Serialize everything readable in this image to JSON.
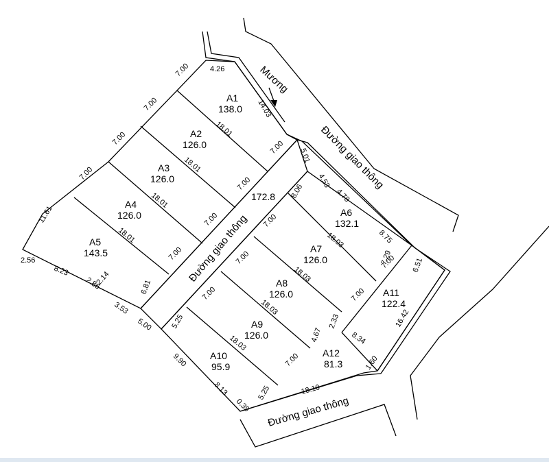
{
  "lots": [
    {
      "name": "A1",
      "area": "138.0"
    },
    {
      "name": "A2",
      "area": "126.0"
    },
    {
      "name": "A3",
      "area": "126.0"
    },
    {
      "name": "A4",
      "area": "126.0"
    },
    {
      "name": "A5",
      "area": "143.5"
    },
    {
      "name": "A6",
      "area": "132.1"
    },
    {
      "name": "A7",
      "area": "126.0"
    },
    {
      "name": "A8",
      "area": "126.0"
    },
    {
      "name": "A9",
      "area": "126.0"
    },
    {
      "name": "A10",
      "area": "95.9"
    },
    {
      "name": "A11",
      "area": "122.4"
    },
    {
      "name": "A12",
      "area": "81.3"
    }
  ],
  "labels": {
    "canal": "Mương",
    "road_right": "Đường giao thông",
    "road_middle": "Đường giao thông",
    "road_bottom": "Đường giao thông",
    "middle_road_area": "172.8"
  },
  "dims": {
    "d1": "4.26",
    "d2": "7.00",
    "d3": "7.00",
    "d4": "7.00",
    "d5": "7.00",
    "d6": "11.61",
    "d7": "2.56",
    "d8": "8.23",
    "d9": "2.86",
    "d10": "2.14",
    "d11": "3.53",
    "d12": "5.00",
    "d13": "14.03",
    "d14": "18.01",
    "d15": "18.01",
    "d16": "18.01",
    "d17": "18.01",
    "d18": "7.00",
    "d19": "7.00",
    "d20": "7.00",
    "d21": "7.00",
    "d22": "6.81",
    "d23": "5.01",
    "d24": "8.06",
    "d25": "4.53",
    "d26": "4.78",
    "d27": "8.75",
    "d28": "18.03",
    "d29": "7.00",
    "d30": "7.00",
    "d31": "18.03",
    "d32": "7.00",
    "d33": "18.03",
    "d34": "7.00",
    "d35": "7.00",
    "d36": "18.03",
    "d37": "7.00",
    "d38": "5.25",
    "d39": "5.25",
    "d40": "9.90",
    "d41": "8.13",
    "d42": "0.39",
    "d43": "4.67",
    "d44": "2.33",
    "d45": "8.34",
    "d46": "7.29",
    "d47": "6.51",
    "d48": "16.42",
    "d49": "1.60",
    "d50": "18.10"
  }
}
